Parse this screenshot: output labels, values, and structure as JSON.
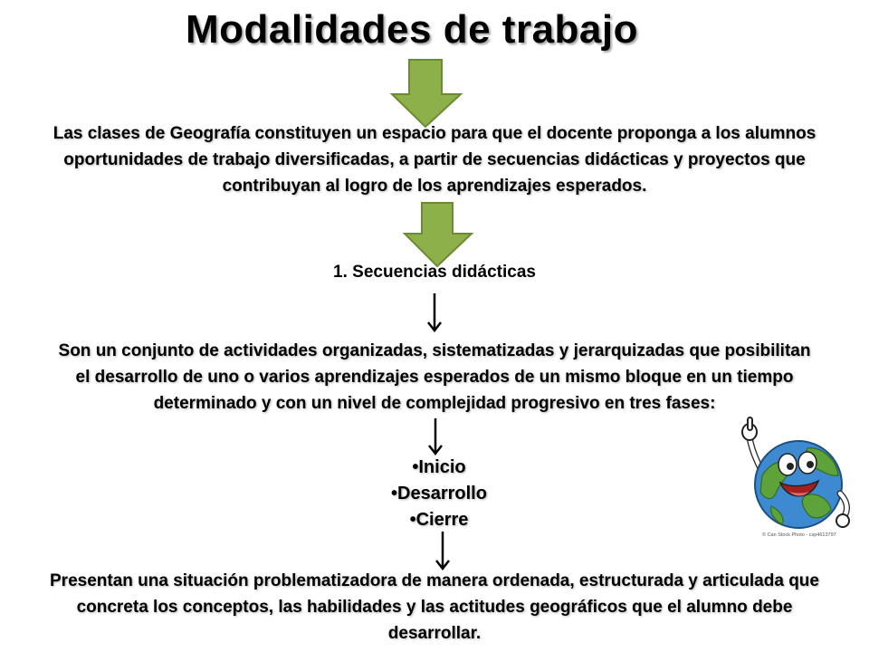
{
  "title": "Modalidades de trabajo",
  "intro_lines": [
    "Las clases de Geografía constituyen un espacio para que el docente proponga a los alumnos",
    "oportunidades de trabajo diversificadas, a partir de secuencias didácticas y proyectos que",
    "contribuyan al logro de los aprendizajes esperados."
  ],
  "section_heading": "1. Secuencias didácticas",
  "definition_lines": [
    "Son un conjunto de actividades organizadas, sistematizadas y jerarquizadas que posibilitan",
    "el desarrollo de uno o varios aprendizajes esperados de un mismo bloque en un tiempo",
    "determinado y con un nivel de complejidad progresivo en tres fases:"
  ],
  "phases": [
    "•Inicio",
    "•Desarrollo",
    "•Cierre"
  ],
  "conclusion_lines": [
    "Presentan una situación problematizadora de manera ordenada, estructurada y articulada que",
    "concreta los conceptos, las habilidades y las actitudes geográficos que el alumno debe",
    "desarrollar."
  ],
  "globe_caption": "© Can Stock Photo - csp4613797",
  "colors": {
    "arrow_fill": "#8db04a",
    "arrow_stroke": "#6a8b33",
    "globe_ocean": "#3d8ad1",
    "globe_land": "#5ea33a"
  }
}
